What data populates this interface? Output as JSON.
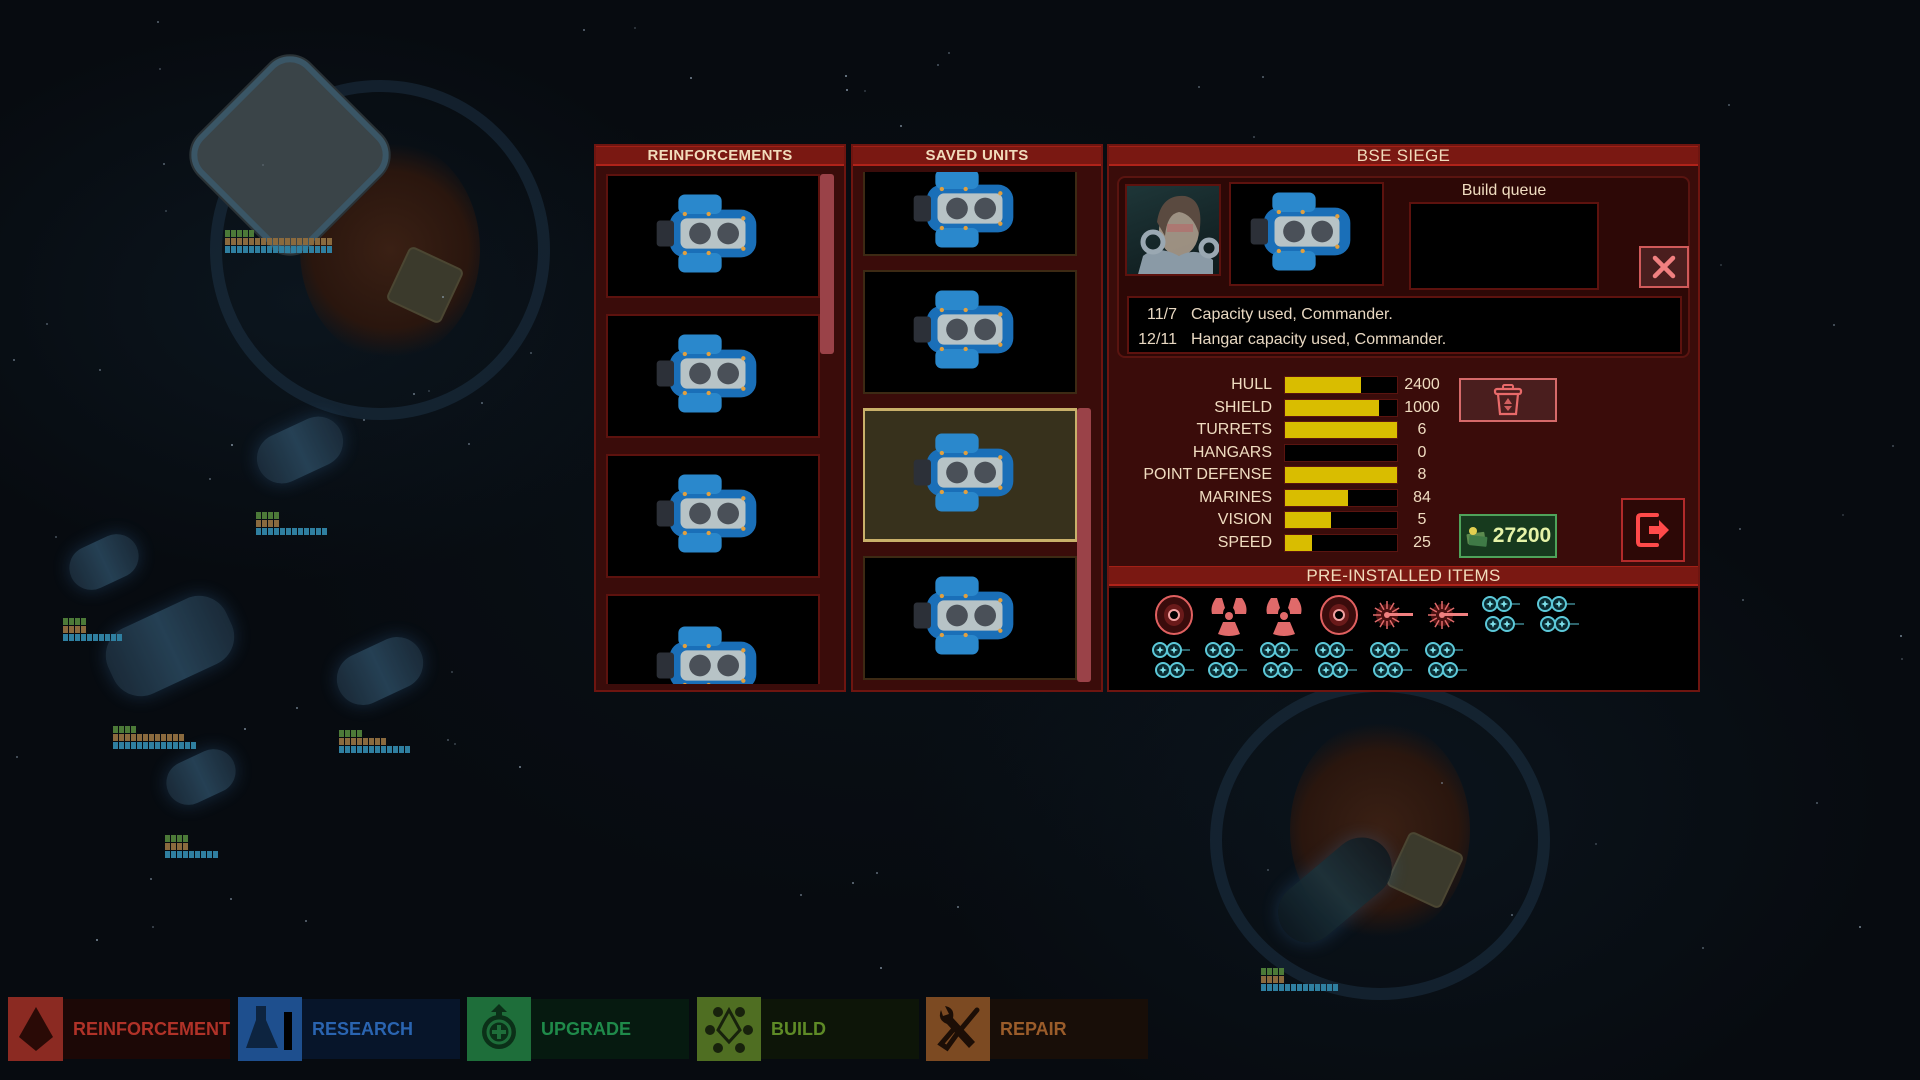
{
  "panels": {
    "reinforcements": {
      "title": "REINFORCEMENTS",
      "items": [
        {
          "id": "r1",
          "shape": "frigate-a"
        },
        {
          "id": "r2",
          "shape": "frigate-b"
        },
        {
          "id": "r3",
          "shape": "carrier"
        },
        {
          "id": "r4",
          "shape": "frigate-c"
        }
      ]
    },
    "saved_units": {
      "title": "SAVED UNITS",
      "items": [
        {
          "id": "s1",
          "shape": "cruiser",
          "selected": false
        },
        {
          "id": "s2",
          "shape": "frigate-b",
          "selected": false
        },
        {
          "id": "s3",
          "shape": "siege",
          "selected": true
        },
        {
          "id": "s4",
          "shape": "frigate-b",
          "selected": false
        }
      ]
    },
    "detail": {
      "title": "BSE SIEGE",
      "build_queue_label": "Build queue",
      "messages": [
        {
          "count": "11/7",
          "text": "Capacity used, Commander."
        },
        {
          "count": "12/11",
          "text": "Hangar capacity used, Commander."
        }
      ],
      "stats": [
        {
          "label": "HULL",
          "value": "2400",
          "fill": 68
        },
        {
          "label": "SHIELD",
          "value": "1000",
          "fill": 84
        },
        {
          "label": "TURRETS",
          "value": "6",
          "fill": 100
        },
        {
          "label": "HANGARS",
          "value": "0",
          "fill": 0
        },
        {
          "label": "POINT DEFENSE",
          "value": "8",
          "fill": 100
        },
        {
          "label": "MARINES",
          "value": "84",
          "fill": 56
        },
        {
          "label": "VISION",
          "value": "5",
          "fill": 41
        },
        {
          "label": "SPEED",
          "value": "25",
          "fill": 24
        }
      ],
      "cost": "27200",
      "preinstalled_title": "PRE-INSTALLED ITEMS",
      "preinstalled_items": [
        "shield-generator",
        "nuclear",
        "nuclear",
        "shield-generator",
        "laser-turret",
        "laser-turret",
        "engine-cluster",
        "engine-cluster",
        "engine-cluster",
        "engine-cluster",
        "engine-cluster",
        "engine-cluster",
        "engine-cluster",
        "engine-cluster"
      ]
    }
  },
  "bottom_bar": [
    {
      "label": "REINFORCEMENT",
      "icon": "reinforcement-icon",
      "icon_bg": "#8b2a22",
      "bg": "#1c0806",
      "color": "#b03228"
    },
    {
      "label": "RESEARCH",
      "icon": "flask-icon",
      "icon_bg": "#1e4f8e",
      "bg": "#07152a",
      "color": "#2a64b0"
    },
    {
      "label": "UPGRADE",
      "icon": "gear-plus-icon",
      "icon_bg": "#1e6e3a",
      "bg": "#061a10",
      "color": "#1f8a4a"
    },
    {
      "label": "BUILD",
      "icon": "build-icon",
      "icon_bg": "#4f6e22",
      "bg": "#0d1508",
      "color": "#5e8a26"
    },
    {
      "label": "REPAIR",
      "icon": "wrench-screwdriver-icon",
      "icon_bg": "#7c4a22",
      "bg": "#180e08",
      "color": "#9a5c2a"
    }
  ],
  "colors": {
    "panel_bg": "#3a0c0a",
    "header_bg": "#7a1812",
    "stat_fill": "#d9bd00",
    "accent_red": "#d05a5a",
    "cost_green": "#4fa35a"
  }
}
